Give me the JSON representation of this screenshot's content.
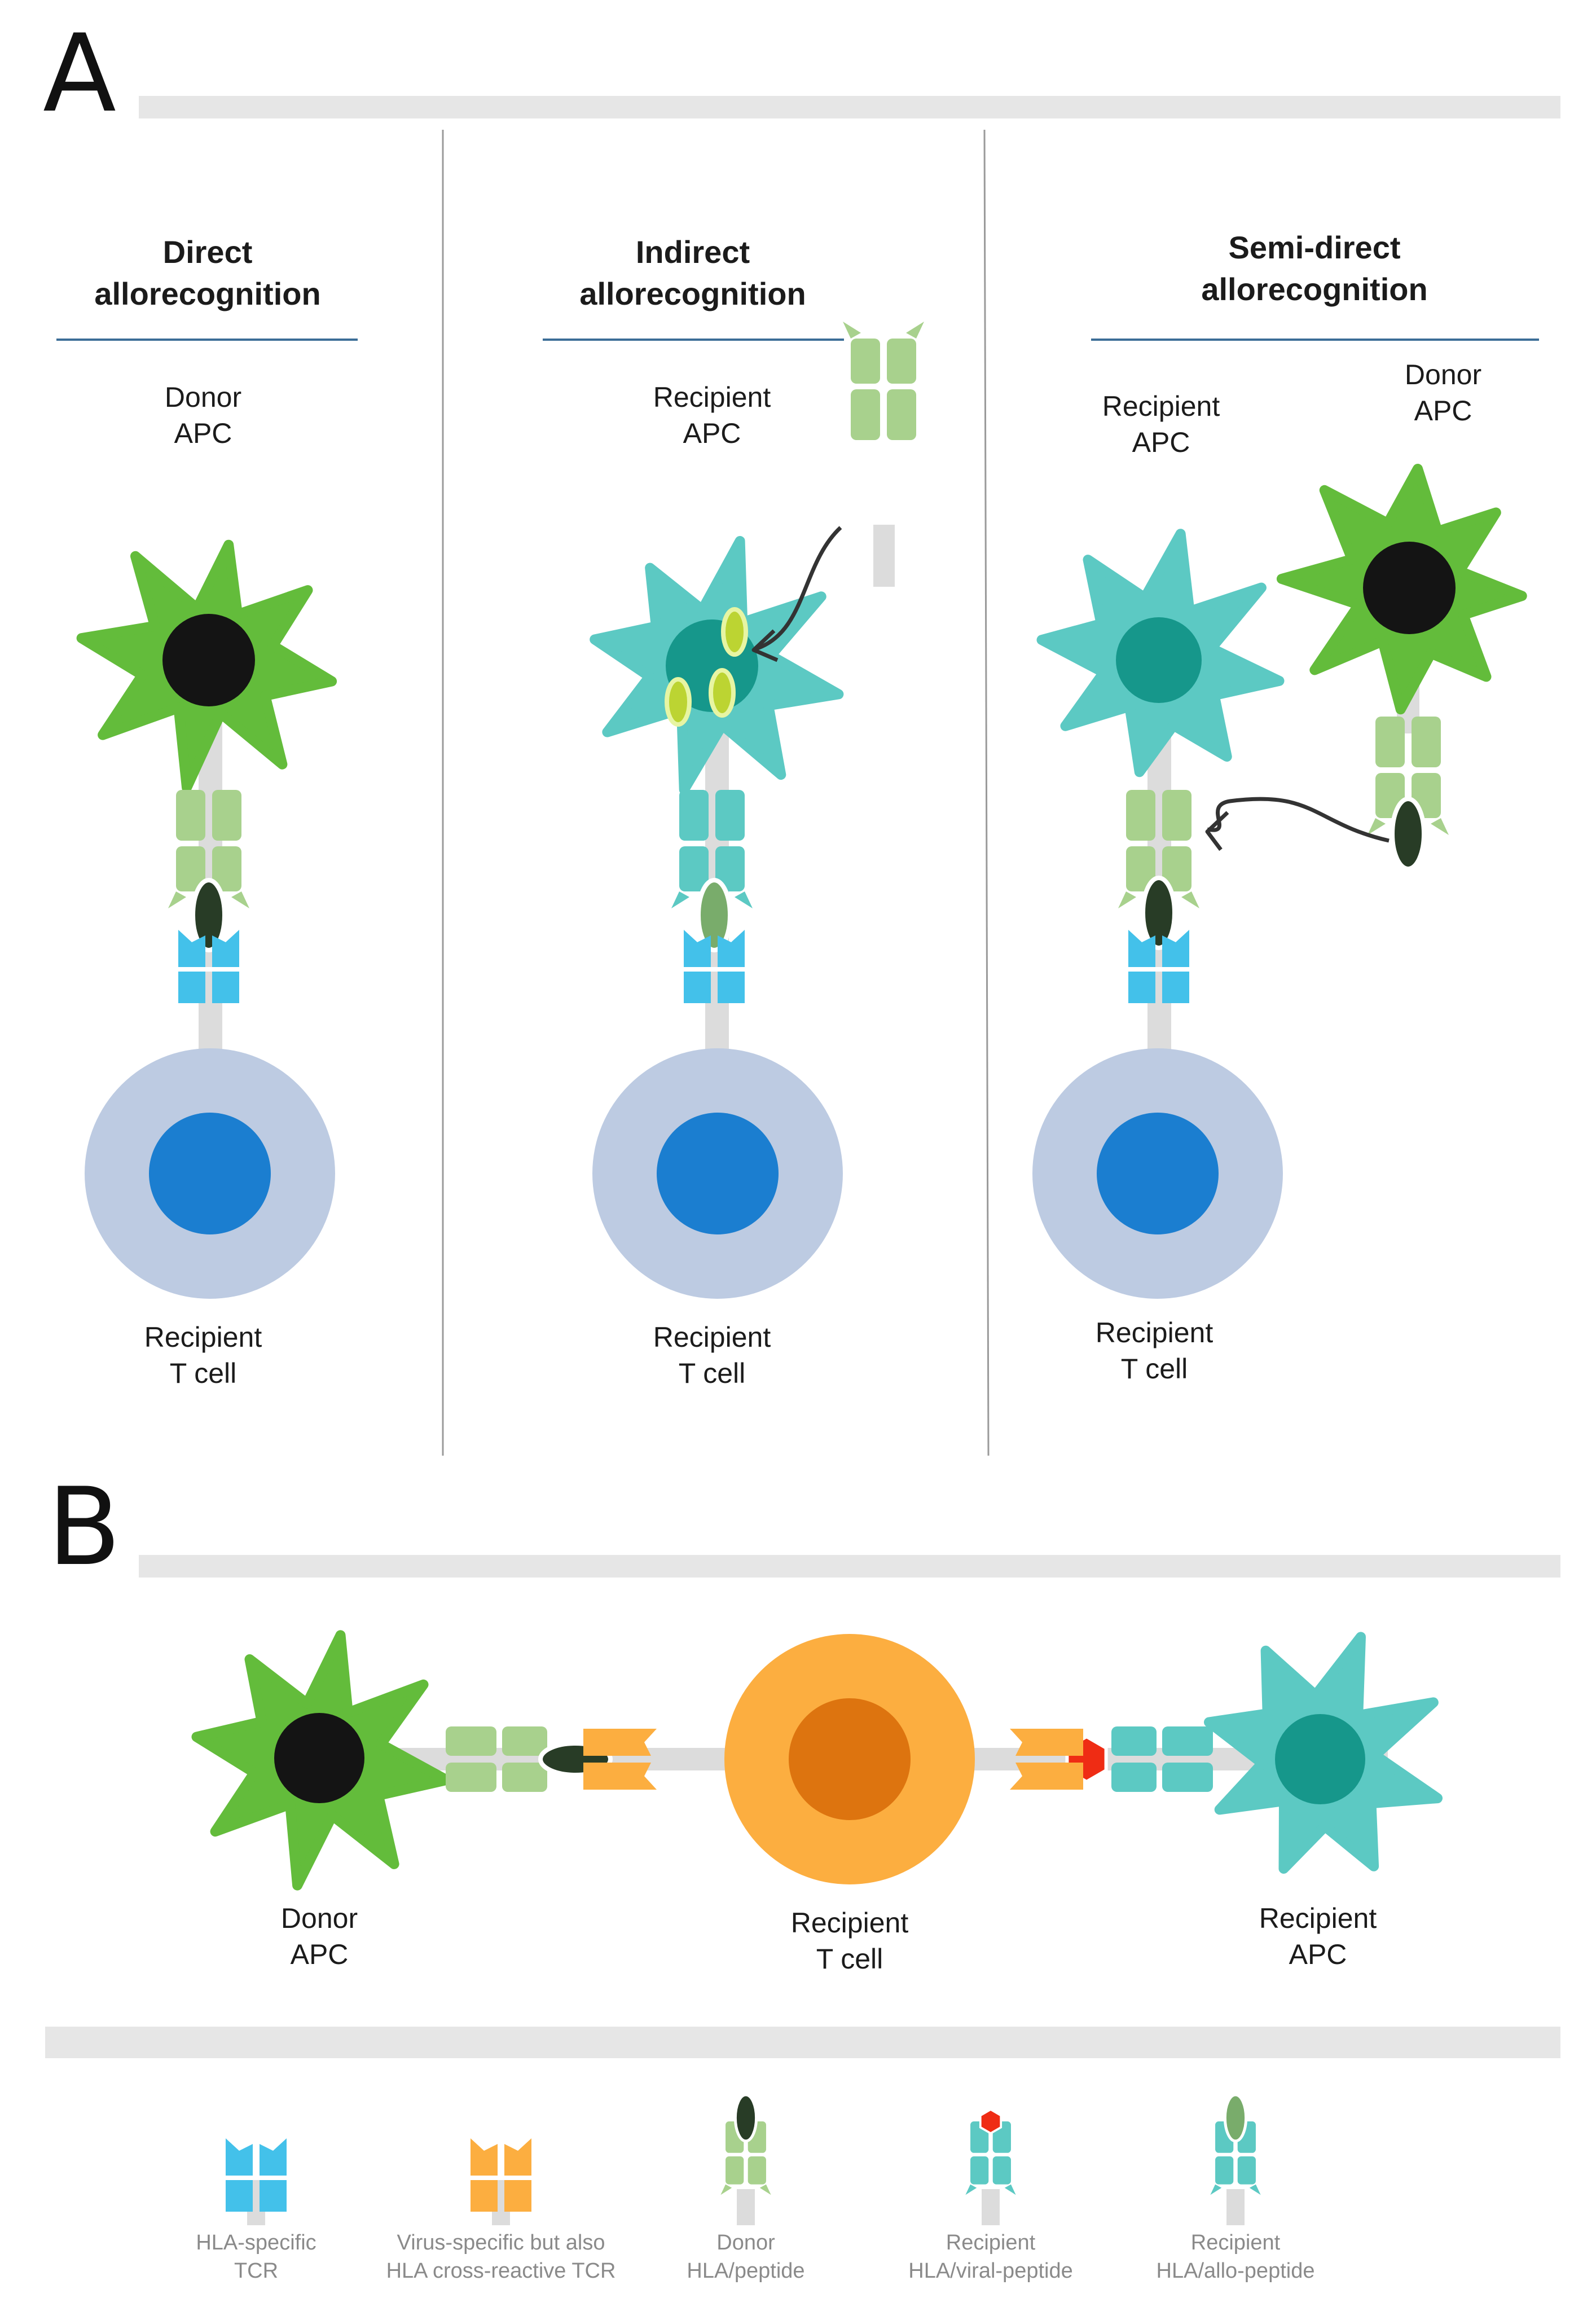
{
  "panels": {
    "a": "A",
    "b": "B"
  },
  "panel_a": {
    "columns": [
      {
        "title": "Direct\nallorecognition",
        "apc_label": "Donor\nAPC",
        "tcell_label": "Recipient\nT cell"
      },
      {
        "title": "Indirect\nallorecognition",
        "apc_label": "Recipient\nAPC",
        "tcell_label": "Recipient\nT cell"
      },
      {
        "title": "Semi-direct\nallorecognition",
        "apc_label": "Recipient\nAPC",
        "apc2_label": "Donor\nAPC",
        "tcell_label": "Recipient\nT cell"
      }
    ]
  },
  "panel_b": {
    "donor_apc": "Donor\nAPC",
    "tcell": "Recipient\nT cell",
    "recipient_apc": "Recipient\nAPC"
  },
  "legend": [
    {
      "label": "HLA-specific\nTCR"
    },
    {
      "label": "Virus-specific but also\nHLA cross-reactive TCR"
    },
    {
      "label": "Donor\nHLA/peptide"
    },
    {
      "label": "Recipient\nHLA/viral-peptide"
    },
    {
      "label": "Recipient\nHLA/allo-peptide"
    }
  ],
  "colors": {
    "donor_apc": "#63bc3b",
    "recipient_apc": "#5cc9c3",
    "recipient_apc_nucleus": "#16978b",
    "donor_nucleus": "#141414",
    "tcell_outer": "#bdcbe2",
    "tcell_nucleus": "#1b7ed0",
    "tcell_b_outer": "#fcae40",
    "tcell_b_nucleus": "#dd740f",
    "hla_donor": "#a8d18d",
    "hla_recipient": "#5cc9c3",
    "tcr_specific": "#43c1ea",
    "tcr_crossreactive": "#fcae40",
    "peptide_donor": "#283c26",
    "peptide_viral": "#ef2c14",
    "peptide_allo": "#79ac6b",
    "peptide_yellow": "#bcd432",
    "stalk": "#dcdcdc",
    "banner": "#e6e6e6",
    "rule": "#3b6d97"
  }
}
